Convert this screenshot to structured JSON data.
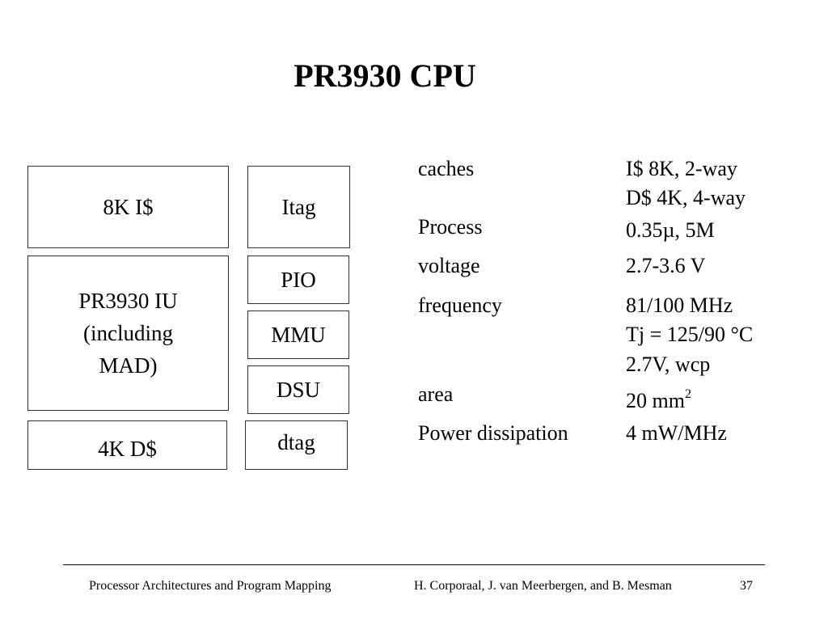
{
  "title": "PR3930 CPU",
  "diagram": {
    "blocks": {
      "icache": "8K I$",
      "itag": "Itag",
      "iu_line1": "PR3930 IU",
      "iu_line2": "(including",
      "iu_line3": "MAD)",
      "pio": "PIO",
      "mmu": "MMU",
      "dsu": "DSU",
      "dcache": "4K D$",
      "dtag": "dtag"
    }
  },
  "specs": {
    "caches": {
      "label": "caches",
      "value_line1": "I$  8K, 2-way",
      "value_line2": "D$ 4K, 4-way"
    },
    "process": {
      "label": "Process",
      "value": "0.35µ, 5M"
    },
    "voltage": {
      "label": "voltage",
      "value": "2.7-3.6 V"
    },
    "frequency": {
      "label": "frequency",
      "value_line1": "81/100 MHz",
      "value_line2": "Tj = 125/90 °C",
      "value_line3": "2.7V, wcp"
    },
    "area": {
      "label": "area",
      "value": "20 mm",
      "superscript": "2"
    },
    "power": {
      "label": "Power dissipation",
      "value": "4 mW/MHz"
    }
  },
  "footer": {
    "course": "Processor Architectures and Program Mapping",
    "authors": "H. Corporaal,  J. van Meerbergen, and B. Mesman",
    "page_number": "37"
  }
}
